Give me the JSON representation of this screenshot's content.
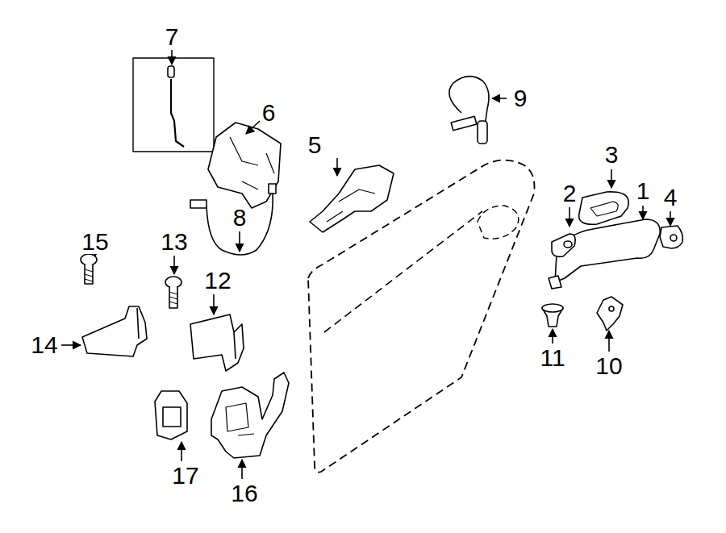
{
  "diagram": {
    "labels": [
      "7",
      "6",
      "9",
      "5",
      "3",
      "1",
      "4",
      "2",
      "8",
      "15",
      "13",
      "12",
      "14",
      "11",
      "10",
      "17",
      "16"
    ]
  }
}
